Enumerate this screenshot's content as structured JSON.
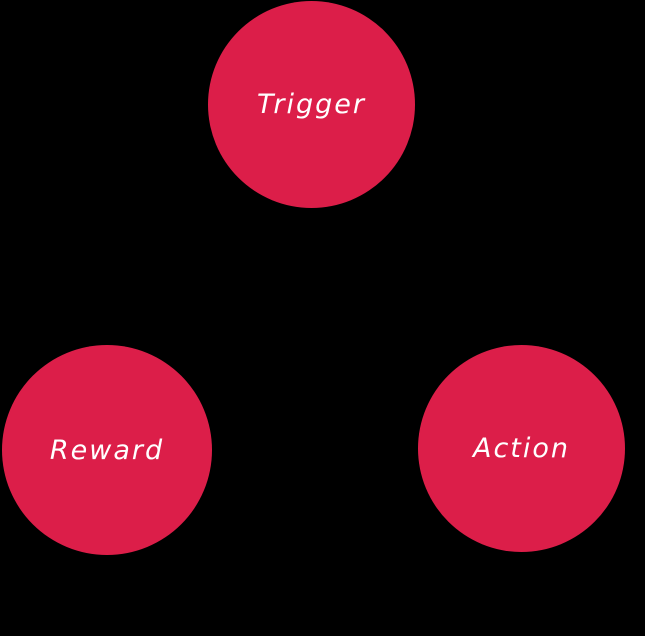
{
  "diagram": {
    "type": "habit-loop",
    "background_color": "#000000",
    "circle_color": "#DC1E49",
    "label_color": "#FFFFFF",
    "nodes": [
      {
        "id": "trigger",
        "label": "Trigger",
        "position": "top-center"
      },
      {
        "id": "reward",
        "label": "Reward",
        "position": "bottom-left"
      },
      {
        "id": "action",
        "label": "Action",
        "position": "bottom-right"
      }
    ]
  }
}
